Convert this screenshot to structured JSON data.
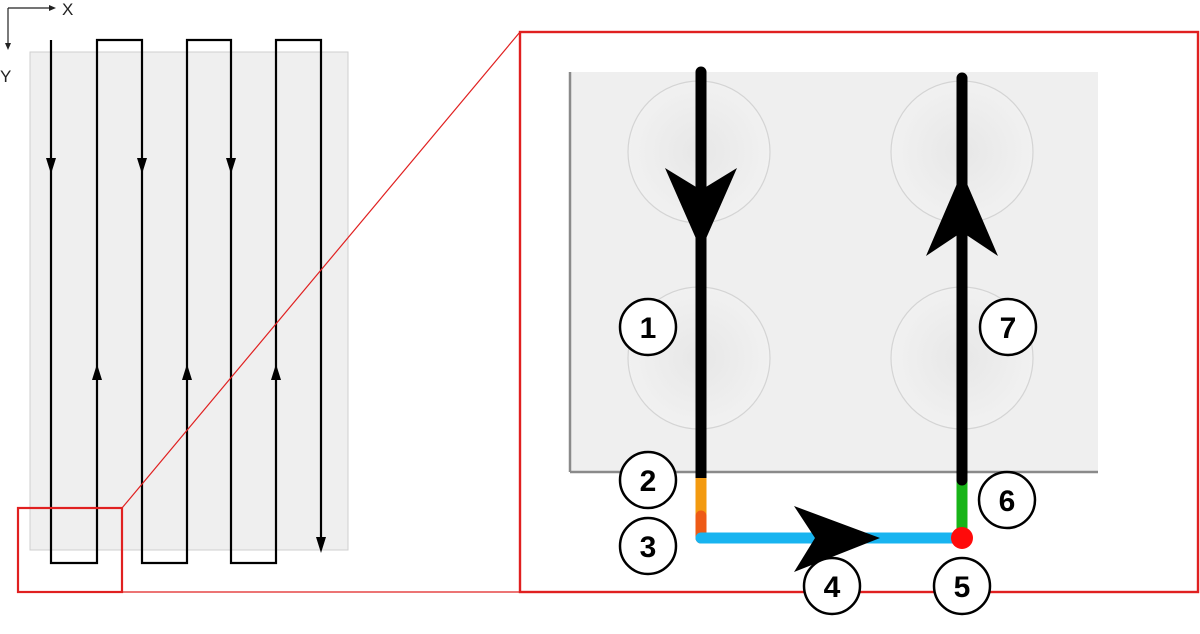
{
  "axes": {
    "x_label": "X",
    "y_label": "Y"
  },
  "steps": [
    {
      "label": "1"
    },
    {
      "label": "2"
    },
    {
      "label": "3"
    },
    {
      "label": "4"
    },
    {
      "label": "5"
    },
    {
      "label": "6"
    },
    {
      "label": "7"
    }
  ],
  "colors": {
    "path": "#000000",
    "panel_fill": "#efefef",
    "highlight_border": "#e02020",
    "segment_2": "#f39a10",
    "segment_3": "#ee5a16",
    "segment_4": "#18b4f0",
    "point_5": "#ff0a0a",
    "segment_6": "#18b418"
  }
}
